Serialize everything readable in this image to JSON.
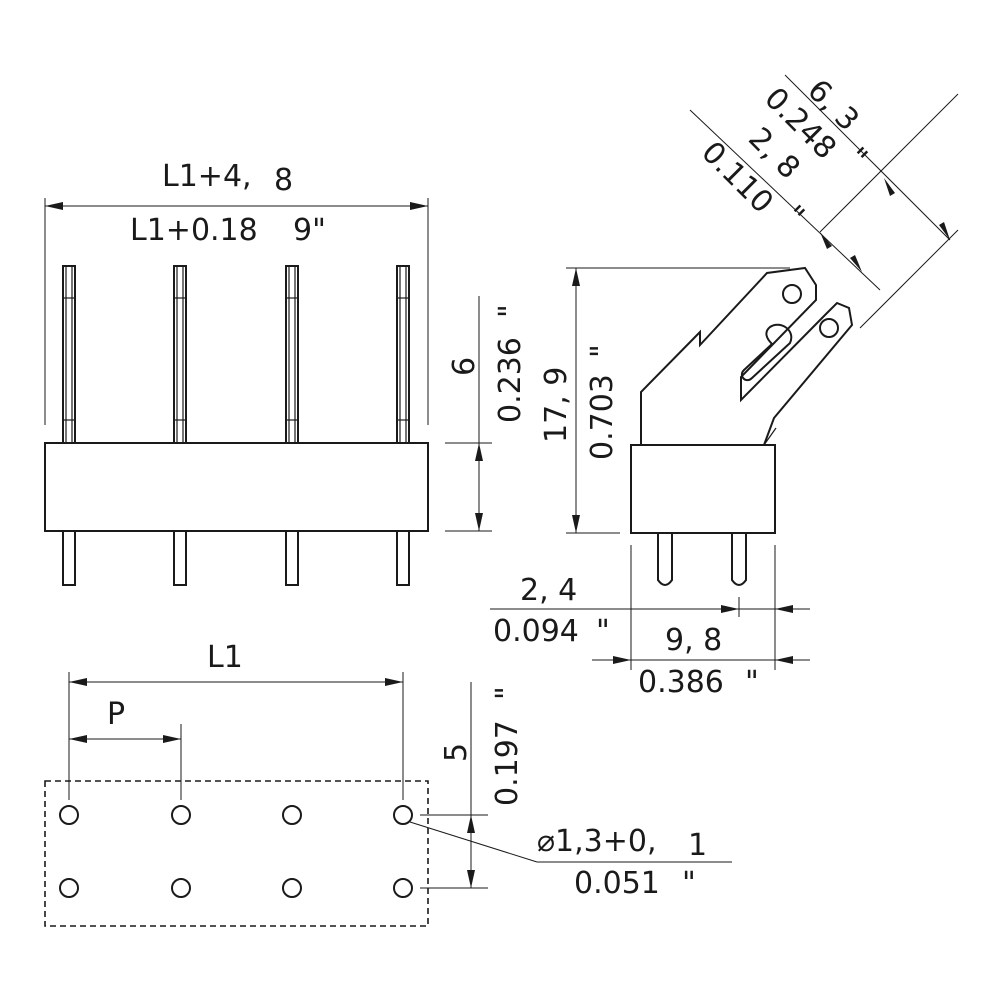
{
  "drawing": {
    "front": {
      "top_mm": "L1+4,",
      "top_mm_b": "8",
      "top_in": "L1+0.18",
      "top_in_b": "9\"",
      "height_mm": "6",
      "height_in": "0.236",
      "height_in_unit": "\""
    },
    "side": {
      "height_mm": "17, 9",
      "height_in": "0.703",
      "height_in_unit": "\"",
      "angle_mm_1": "6, 3",
      "angle_in_1": "0.248",
      "angle_in_1_unit": "\"",
      "angle_mm_2": "2, 8",
      "angle_in_2": "0.110",
      "angle_in_2_unit": "\"",
      "pin_offset_mm": "2, 4",
      "pin_offset_in": "0.094",
      "pin_offset_in_unit": "\"",
      "width_mm": "9, 8",
      "width_in": "0.386",
      "width_in_unit": "\""
    },
    "footprint": {
      "length": "L1",
      "pitch": "P",
      "row_mm": "5",
      "row_in": "0.197",
      "row_in_unit": "\"",
      "hole_mm": "⌀1,3+0,",
      "hole_mm_b": "1",
      "hole_in": "0.051",
      "hole_in_unit": "\""
    }
  }
}
